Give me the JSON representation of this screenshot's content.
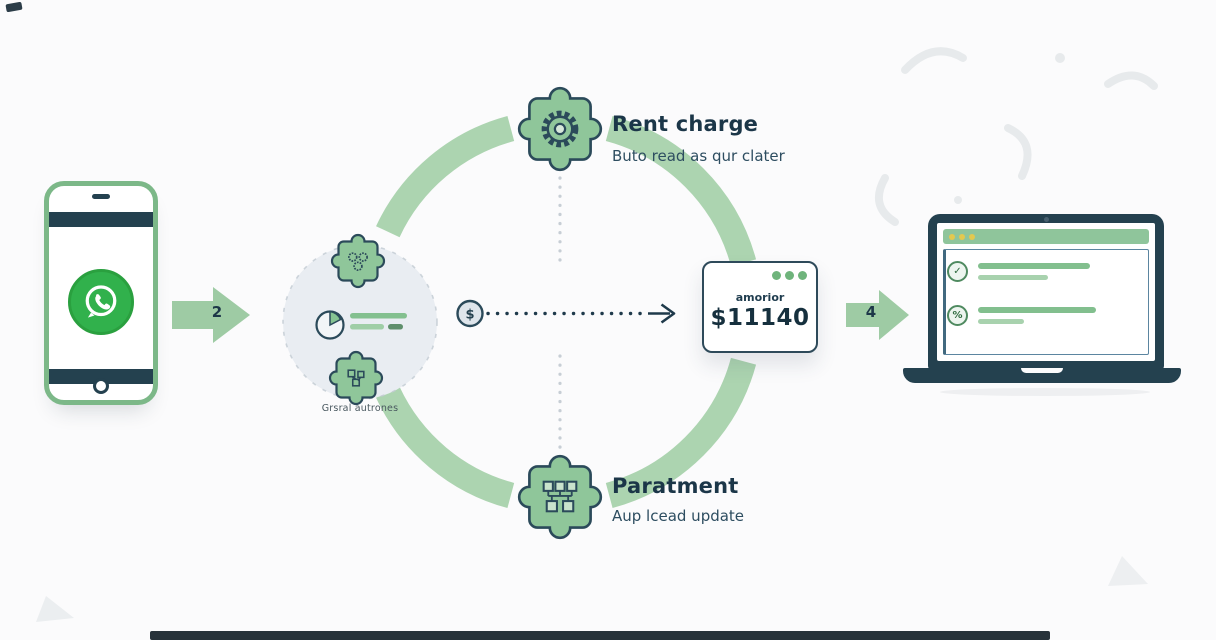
{
  "colors": {
    "accent_green": "#8FC69A",
    "arc_green": "#ACD4B0",
    "navy": "#24414F",
    "whatsapp_green": "#31B14C",
    "background": "#FBFBFC"
  },
  "steps": {
    "two": "2",
    "four": "4"
  },
  "flow": {
    "top_node": {
      "title": "Rent charge",
      "subtitle": "Buto read as qur clater"
    },
    "bottom_node": {
      "title": "Paratment",
      "subtitle": "Aup lcead update"
    },
    "center_caption": "Grsral autrones"
  },
  "invoice": {
    "label": "amorior",
    "amount": "$11140"
  },
  "glyphs": {
    "coin": "$",
    "laptop_row1": "✓",
    "laptop_row2": "%"
  }
}
